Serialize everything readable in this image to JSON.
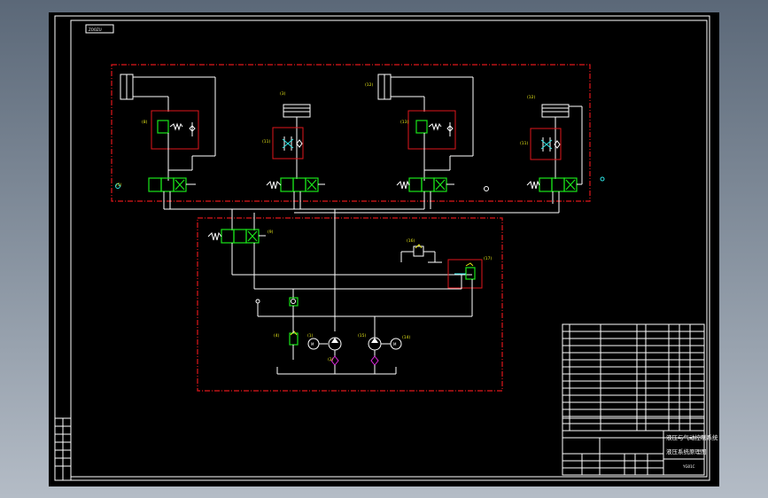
{
  "drawing": {
    "top_tag": "ZOOZU",
    "callouts": [
      "(5)",
      "(8)",
      "(3)",
      "(11)",
      "(12)",
      "(13)",
      "(12)",
      "(11)",
      "(9)",
      "(16)",
      "(17)",
      "(4)",
      "(1)",
      "(2)",
      "(15)",
      "(14)"
    ],
    "title_block": {
      "line1": "液压与气动控制系统",
      "line2": "液压系统原理图",
      "drawing_no": "YG01C"
    }
  },
  "colors": {
    "background": "#000000",
    "line": "#ffffff",
    "boundary": "#e0161b",
    "valve": "#19e619",
    "annotation": "#e6e619"
  }
}
